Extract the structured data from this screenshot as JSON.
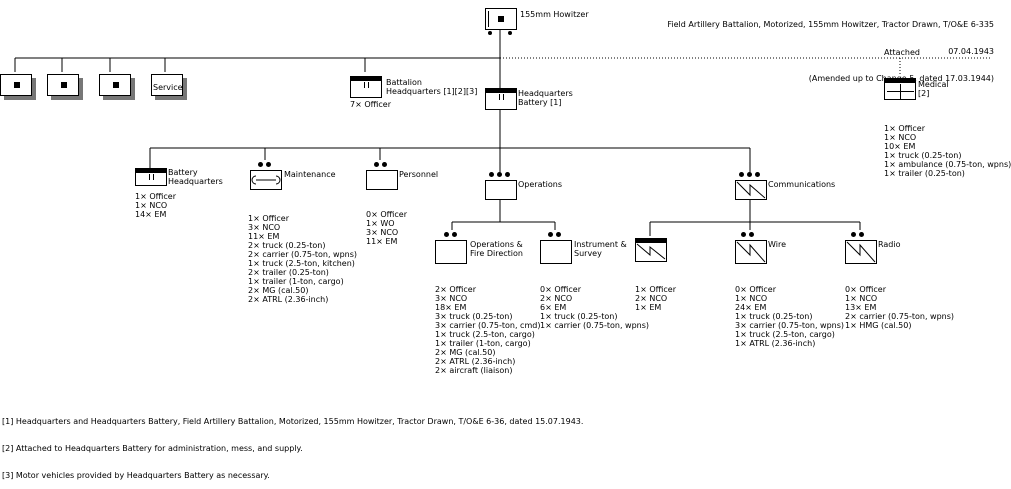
{
  "header": {
    "title": "Field Artillery Battalion, Motorized, 155mm Howitzer, Tractor Drawn, T/O&E 6-335",
    "date": "07.04.1943",
    "amended": "(Amended up to Change 5, dated 17.03.1944)"
  },
  "top": {
    "label": "155mm Howitzer"
  },
  "service": {
    "label": "Service"
  },
  "attached_label": "Attached",
  "battalion_hq": {
    "label1": "Battalion",
    "label2": "Headquarters [1][2][3]",
    "personnel": [
      "7× Officer"
    ]
  },
  "hq_battery": {
    "label1": "Headquarters",
    "label2": "Battery [1]"
  },
  "medical": {
    "label1": "Medical",
    "label2": "[2]",
    "personnel": [
      "1× Officer",
      "1× NCO",
      "10× EM",
      "1× truck (0.25-ton)",
      "1× ambulance (0.75-ton, wpns)",
      "1× trailer (0.25-ton)"
    ]
  },
  "battery_hq": {
    "label1": "Battery",
    "label2": "Headquarters",
    "personnel": [
      "1× Officer",
      "1× NCO",
      "14× EM"
    ]
  },
  "maintenance": {
    "label": "Maintenance",
    "personnel": [
      "1× Officer",
      "3× NCO",
      "11× EM",
      "2× truck (0.25-ton)",
      "2× carrier (0.75-ton, wpns)",
      "1× truck (2.5-ton, kitchen)",
      "2× trailer (0.25-ton)",
      "1× trailer (1-ton, cargo)",
      "2× MG (cal.50)",
      "2× ATRL (2.36-inch)"
    ]
  },
  "personnel_sec": {
    "label": "Personnel",
    "personnel": [
      "0× Officer",
      "1× WO",
      "3× NCO",
      "11× EM"
    ]
  },
  "operations": {
    "label": "Operations"
  },
  "communications": {
    "label": "Communications"
  },
  "ops_fire": {
    "label1": "Operations &",
    "label2": "Fire Direction",
    "personnel": [
      "2× Officer",
      "3× NCO",
      "18× EM",
      "3× truck (0.25-ton)",
      "3× carrier (0.75-ton, cmd)",
      "1× truck (2.5-ton, cargo)",
      "1× trailer (1-ton, cargo)",
      "2× MG (cal.50)",
      "2× ATRL (2.36-inch)",
      "2× aircraft (liaison)"
    ]
  },
  "instrument": {
    "label1": "Instrument &",
    "label2": "Survey",
    "personnel": [
      "0× Officer",
      "2× NCO",
      "6× EM",
      "1× truck (0.25-ton)",
      "1× carrier (0.75-ton, wpns)"
    ]
  },
  "comm_hq": {
    "personnel": [
      "1× Officer",
      "2× NCO",
      "1× EM"
    ]
  },
  "wire": {
    "label": "Wire",
    "personnel": [
      "0× Officer",
      "1× NCO",
      "24× EM",
      "1× truck (0.25-ton)",
      "3× carrier (0.75-ton, wpns)",
      "1× truck (2.5-ton, cargo)",
      "1× ATRL (2.36-inch)"
    ]
  },
  "radio": {
    "label": "Radio",
    "personnel": [
      "0× Officer",
      "1× NCO",
      "13× EM",
      "2× carrier (0.75-ton, wpns)",
      "1× HMG (cal.50)"
    ]
  },
  "footnotes": [
    "[1] Headquarters and Headquarters Battery, Field Artillery Battalion, Motorized, 155mm Howitzer, Tractor Drawn, T/O&E 6-36, dated 15.07.1943.",
    "[2] Attached to Headquarters Battery for administration, mess, and supply.",
    "[3] Motor vehicles provided by Headquarters Battery as necessary."
  ]
}
